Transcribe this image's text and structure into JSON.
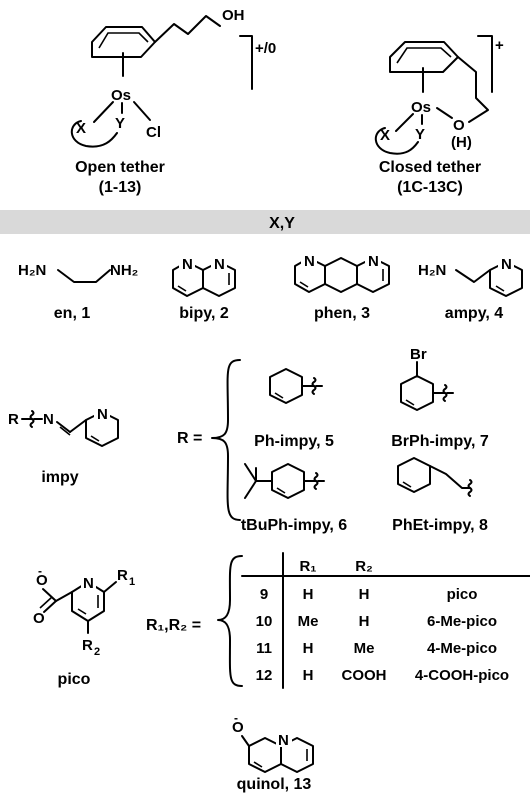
{
  "complexes": {
    "open": {
      "name": "Open tether",
      "range": "(1-13)",
      "charge": "+/0",
      "atoms": {
        "os": "Os",
        "oh": "OH",
        "x": "X",
        "y": "Y",
        "cl": "Cl"
      }
    },
    "closed": {
      "name": "Closed tether",
      "range": "(1C-13C)",
      "charge": "+",
      "atoms": {
        "os": "Os",
        "o": "O",
        "h": "(H)",
        "x": "X",
        "y": "Y"
      }
    }
  },
  "section_header": "X,Y",
  "ligands_row1": [
    {
      "label": "en, 1",
      "atoms": [
        "H₂N",
        "NH₂"
      ]
    },
    {
      "label": "bipy, 2",
      "atoms": [
        "N",
        "N"
      ]
    },
    {
      "label": "phen, 3",
      "atoms": [
        "N",
        "N"
      ]
    },
    {
      "label": "ampy, 4",
      "atoms": [
        "H₂N",
        "N"
      ]
    }
  ],
  "impy": {
    "label": "impy",
    "r_symbol": "R",
    "atoms": {
      "n1": "N",
      "n2": "N"
    },
    "r_equals": "R =",
    "substituents": [
      {
        "label": "Ph-impy, 5"
      },
      {
        "label": "BrPh-impy, 7",
        "atom": "Br"
      },
      {
        "label": "tBuPh-impy, 6"
      },
      {
        "label": "PhEt-impy, 8"
      }
    ]
  },
  "pico": {
    "label": "pico",
    "atoms": {
      "o_minus": "O",
      "o": "O",
      "n": "N",
      "r1": "R",
      "r1_sub": "1",
      "r2": "R",
      "r2_sub": "2"
    },
    "r_equals": "R₁,R₂ =",
    "table": {
      "headers": [
        "",
        "R₁",
        "R₂",
        ""
      ],
      "rows": [
        [
          "9",
          "H",
          "H",
          "pico"
        ],
        [
          "10",
          "Me",
          "H",
          "6-Me-pico"
        ],
        [
          "11",
          "H",
          "Me",
          "4-Me-pico"
        ],
        [
          "12",
          "H",
          "COOH",
          "4-COOH-pico"
        ]
      ]
    }
  },
  "quinol": {
    "label": "quinol, 13",
    "atoms": {
      "o": "O",
      "n": "N"
    }
  }
}
